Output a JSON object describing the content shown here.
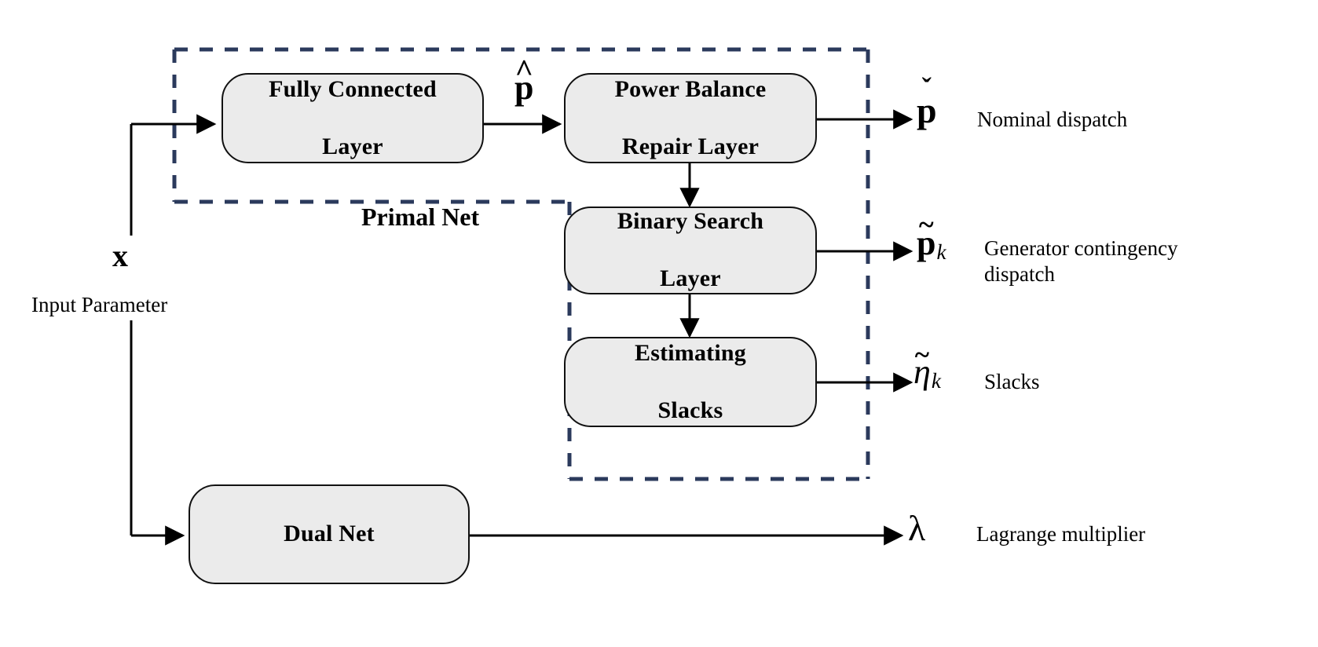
{
  "figure": {
    "type": "block-diagram",
    "background_color": "#ffffff",
    "node_fill_color": "#ebebeb",
    "node_border_color": "#111111",
    "dashed_boundary_color": "#2b3a5c",
    "arrow_color": "#000000"
  },
  "input": {
    "symbol": "x",
    "label": "Input Parameter"
  },
  "groups": [
    {
      "id": "primal-net",
      "label": "Primal Net"
    }
  ],
  "nodes": [
    {
      "id": "fully-connected-layer",
      "line1": "Fully Connected",
      "line2": "Layer"
    },
    {
      "id": "power-balance-repair-layer",
      "line1": "Power Balance",
      "line2": "Repair Layer"
    },
    {
      "id": "binary-search-layer",
      "line1": "Binary Search",
      "line2": "Layer"
    },
    {
      "id": "estimating-slacks",
      "line1": "Estimating",
      "line2": "Slacks"
    },
    {
      "id": "dual-net",
      "line1": "Dual Net",
      "line2": ""
    }
  ],
  "intermediate_symbols": [
    {
      "id": "p-hat",
      "base": "p",
      "accent": "^",
      "subscript": ""
    }
  ],
  "outputs": [
    {
      "id": "nominal-dispatch",
      "base": "p",
      "accent": "ˇ",
      "subscript": "",
      "description": "Nominal dispatch"
    },
    {
      "id": "generator-contingency-dispatch",
      "base": "p",
      "accent": "~",
      "subscript": "k",
      "description": "Generator contingency\ndispatch"
    },
    {
      "id": "slacks",
      "base": "η",
      "accent": "~",
      "subscript": "k",
      "description": "Slacks"
    },
    {
      "id": "lagrange-multiplier",
      "base": "λ",
      "accent": "",
      "subscript": "",
      "description": "Lagrange multiplier"
    }
  ]
}
